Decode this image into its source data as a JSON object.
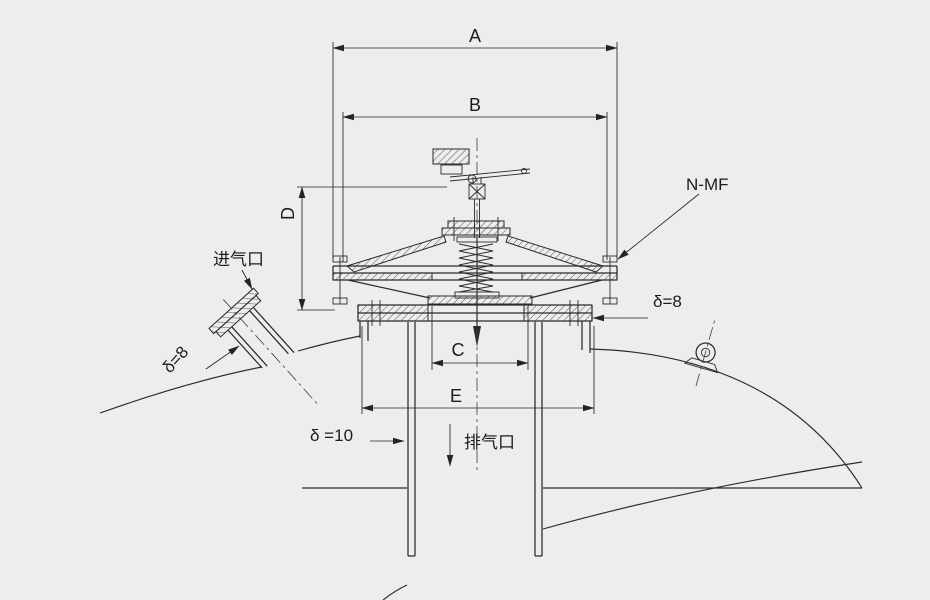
{
  "drawing": {
    "background": "#ededed",
    "ink": "#2b2b2b",
    "dimensions": {
      "overall_width": "A",
      "body_width": "B",
      "seat_bore": "C",
      "height": "D",
      "flange_width": "E"
    },
    "callouts": {
      "flange_spec": "N-MF",
      "inlet_wall": "δ=8",
      "nozzle_wall": "δ=8",
      "pipe_wall": "δ =10",
      "inlet_port": "进气口",
      "exhaust_port": "排气口"
    }
  }
}
